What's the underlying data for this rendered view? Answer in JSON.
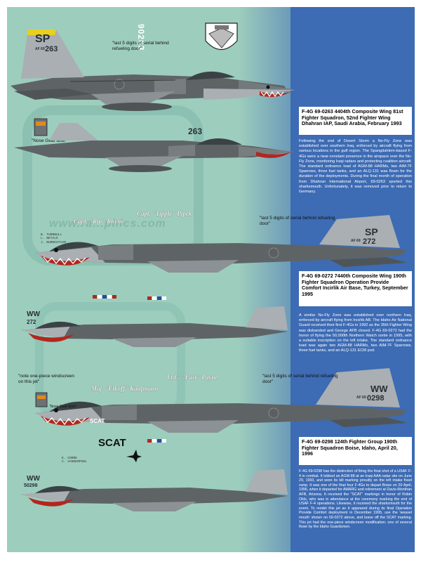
{
  "sheet": {
    "watermark": "www.ra...phics.com",
    "aircraft": [
      {
        "tail_code": "SP",
        "tail_serial": "263",
        "tail_prefix": "AF 69",
        "side_serial": "90263",
        "nose_serial": "263",
        "refuel_note": "\"last 5 digits of serial behind refueling door\"",
        "nose_gear_note": "\"Nose Gear door\"",
        "title": "F-4G 69-0263 4404th Composite Wing 81st Fighter Squadron, 52nd Fighter Wing Dhahran IAP, Saudi Arabia, February 1993",
        "description": "Following the end of Desert Storm a No-Fly Zone was established over southern Iraq, enforced by aircraft flying from various locations in the gulf region. The Spangdahlem-based F-4Gs were a near-constant presence in the airspace over the No-Fly Zone, monitoring Iraqi radars and protecting coalition aircraft. The standard ordnance load of AGM-88 HARMs, two AIM-7F Sparrows, three fuel tanks, and an ALQ-131 was flown for the duration of the deployments. During the final month of operation from Dhahran International Airport, 69-0263 sported this sharksmouth. Unfortunately, it was removed prior to return to Germany."
      },
      {
        "tail_code": "SP",
        "tail_serial": "272",
        "tail_prefix": "AF 69",
        "nose_code": "WW",
        "nose_serial": "272",
        "pilots_top": "Capt. \"Tipple\" Pipek",
        "pilots_mid": "Capt. \"Rip\" Rhyne",
        "crew_list": "B. TURNBULL\nL. BETALE\nJ. BURKESTAAM",
        "refuel_note": "\"last 5 digits of serial behind refueling door\"",
        "title": "F-4G 69-0272 7440th Composite Wing 190th Fighter Squadron Operation Provide Comfort Incirlik Air Base, Turkey, September 1995",
        "description": "A similar No-Fly Zone was established over northern Iraq, enforced by aircraft flying from Incirlik AB. The Idaho Air National Guard received their first F-4Gs in 1992 as the 35th Fighter Wing was disbanded and George AFB closed. F-4G 69-0272 had the honor of flying the 50,000th Northern Watch sortie in 1995, with a suitable inscription on the left intake. The standard ordnance load was again two AGM-88 HARMs, two AIM-7F Sparrows, three fuel tanks, and an ALQ-131 ECM pod."
      },
      {
        "tail_code": "WW",
        "tail_serial": "0298",
        "tail_prefix": "AF 69",
        "nose_code": "WW",
        "nose_serial": "50298",
        "pilots_left": "Maj. \"Elkoff\" Kaufmann",
        "pilots_right": "Lt.C. \"Fast\" Payne",
        "windscreen_note": "\"note one-piece windscreen on this jet\"",
        "refuel_note": "\"last 5 digits of serial behind refueling door\"",
        "nose_gear_note": "\"Nose Gear door\"",
        "crew_list": "E. CORRE\nC. VANDERPOOL",
        "scat_label": "SCAT",
        "scat_small": "SCAT",
        "title": "F-4G 69-0298 124th Fighter Group 190th Fighter Squadron Boise, Idaho, April 20, 1996",
        "description": "F-4G 69-0298 has the distinction of firing the final shot of a USAF F-4 in combat. It lobbed an AGM-88 at an Iraqi AAA radar site on June 29, 1993, and wore its kill marking proudly on the left intake fixed ramp. It was one of the final four F-4Gs to depart Boise on 20 April, 1996, when it departed for AMARG and retirement at Davis-Monthan AFB, Arizona. It received the \"SCAT\" markings in honor of Robin Olds, who was in attendance at the ceremony marking the end of USAF F-4 operations. Likewise, it received the sharksmouth for the event. To model this jet as it appeared during its final Operation Provide Comfort deployment in December 1995, use the 'weasel mouth' shown on 69-0272 above, and leave off the SCAT marking. This jet had the one-piece windscreen modification; one of several flown by the Idaho Guardsmen."
      }
    ]
  },
  "colors": {
    "sheet_bg": "#9dcdbd",
    "panel_blue": "#3d6bb4",
    "jet_dark": "#5e6466",
    "jet_light": "#a9afb2",
    "tail_yellow": "#e8d020"
  }
}
